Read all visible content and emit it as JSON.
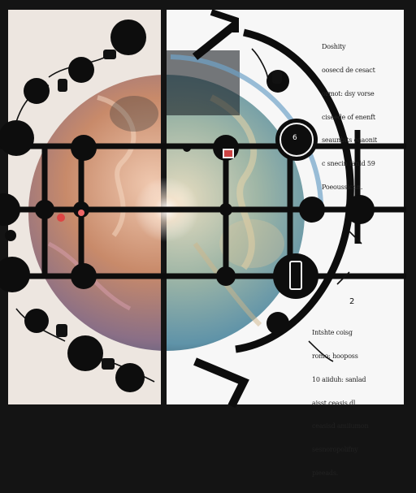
{
  "image": {
    "style": "split-panel planetary diagram with black connector lines and circular nodes",
    "colors": {
      "background": "#141414",
      "left_panel": "#ede6e0",
      "right_panel": "#f7f7f7",
      "line": "#0d0d0d",
      "planet_left": "#c88a6a",
      "planet_right": "#5f93a8"
    }
  },
  "text_blocks": {
    "top": [
      "Doshity",
      "oosecd de cesact",
      "ormot: dsy vorse",
      "ciseede of enenft",
      "seaunbits eaaonit",
      "c snecin fanld 59",
      "Poeoussicnn."
    ],
    "bottom": [
      "Intshte coisg",
      "romo: hooposs",
      "10 aiiduh: sanlad",
      "aisst ceasis dl",
      "ceasisd amiiumon",
      "sesnoropolifny",
      "pieeads."
    ]
  },
  "node_labels": {
    "node_six": "6",
    "node_digit_2": "2"
  }
}
